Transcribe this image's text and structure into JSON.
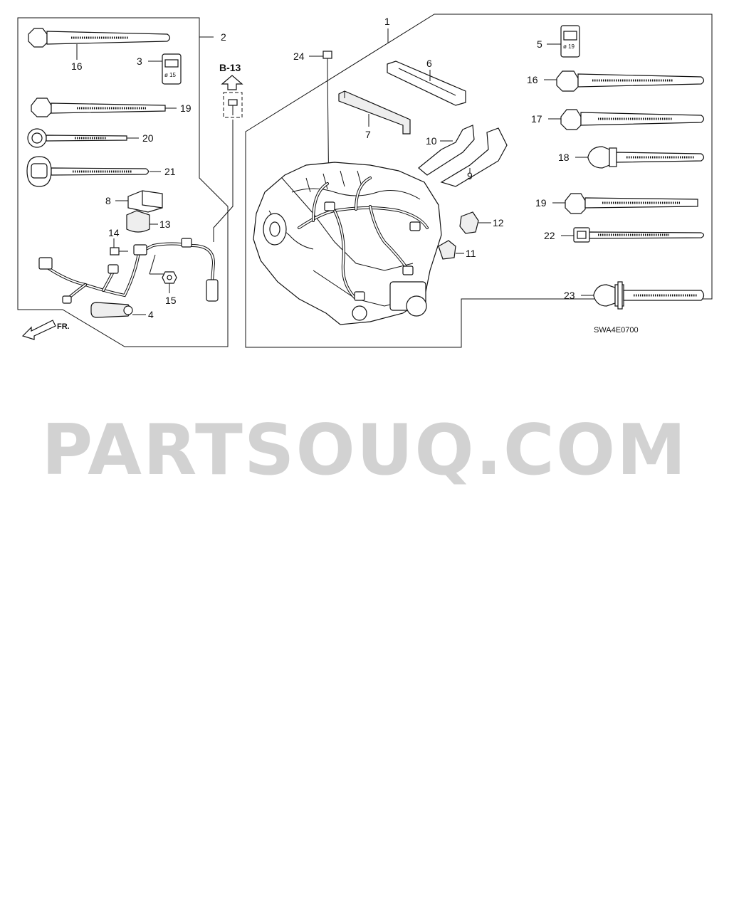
{
  "diagram": {
    "section_ref": "B-13",
    "diagram_code": "SWA4E0700",
    "front_label": "FR.",
    "diameter_labels": {
      "part3": "ø 15",
      "part5": "ø 19"
    },
    "callouts": {
      "c1": "1",
      "c2": "2",
      "c3": "3",
      "c4": "4",
      "c5": "5",
      "c6": "6",
      "c7": "7",
      "c8": "8",
      "c9": "9",
      "c10": "10",
      "c11": "11",
      "c12": "12",
      "c13": "13",
      "c14": "14",
      "c15": "15",
      "c16a": "16",
      "c16b": "16",
      "c17": "17",
      "c18": "18",
      "c19a": "19",
      "c19b": "19",
      "c20": "20",
      "c21": "21",
      "c22": "22",
      "c23": "23",
      "c24": "24"
    }
  },
  "watermark": "PARTSOUQ.COM"
}
